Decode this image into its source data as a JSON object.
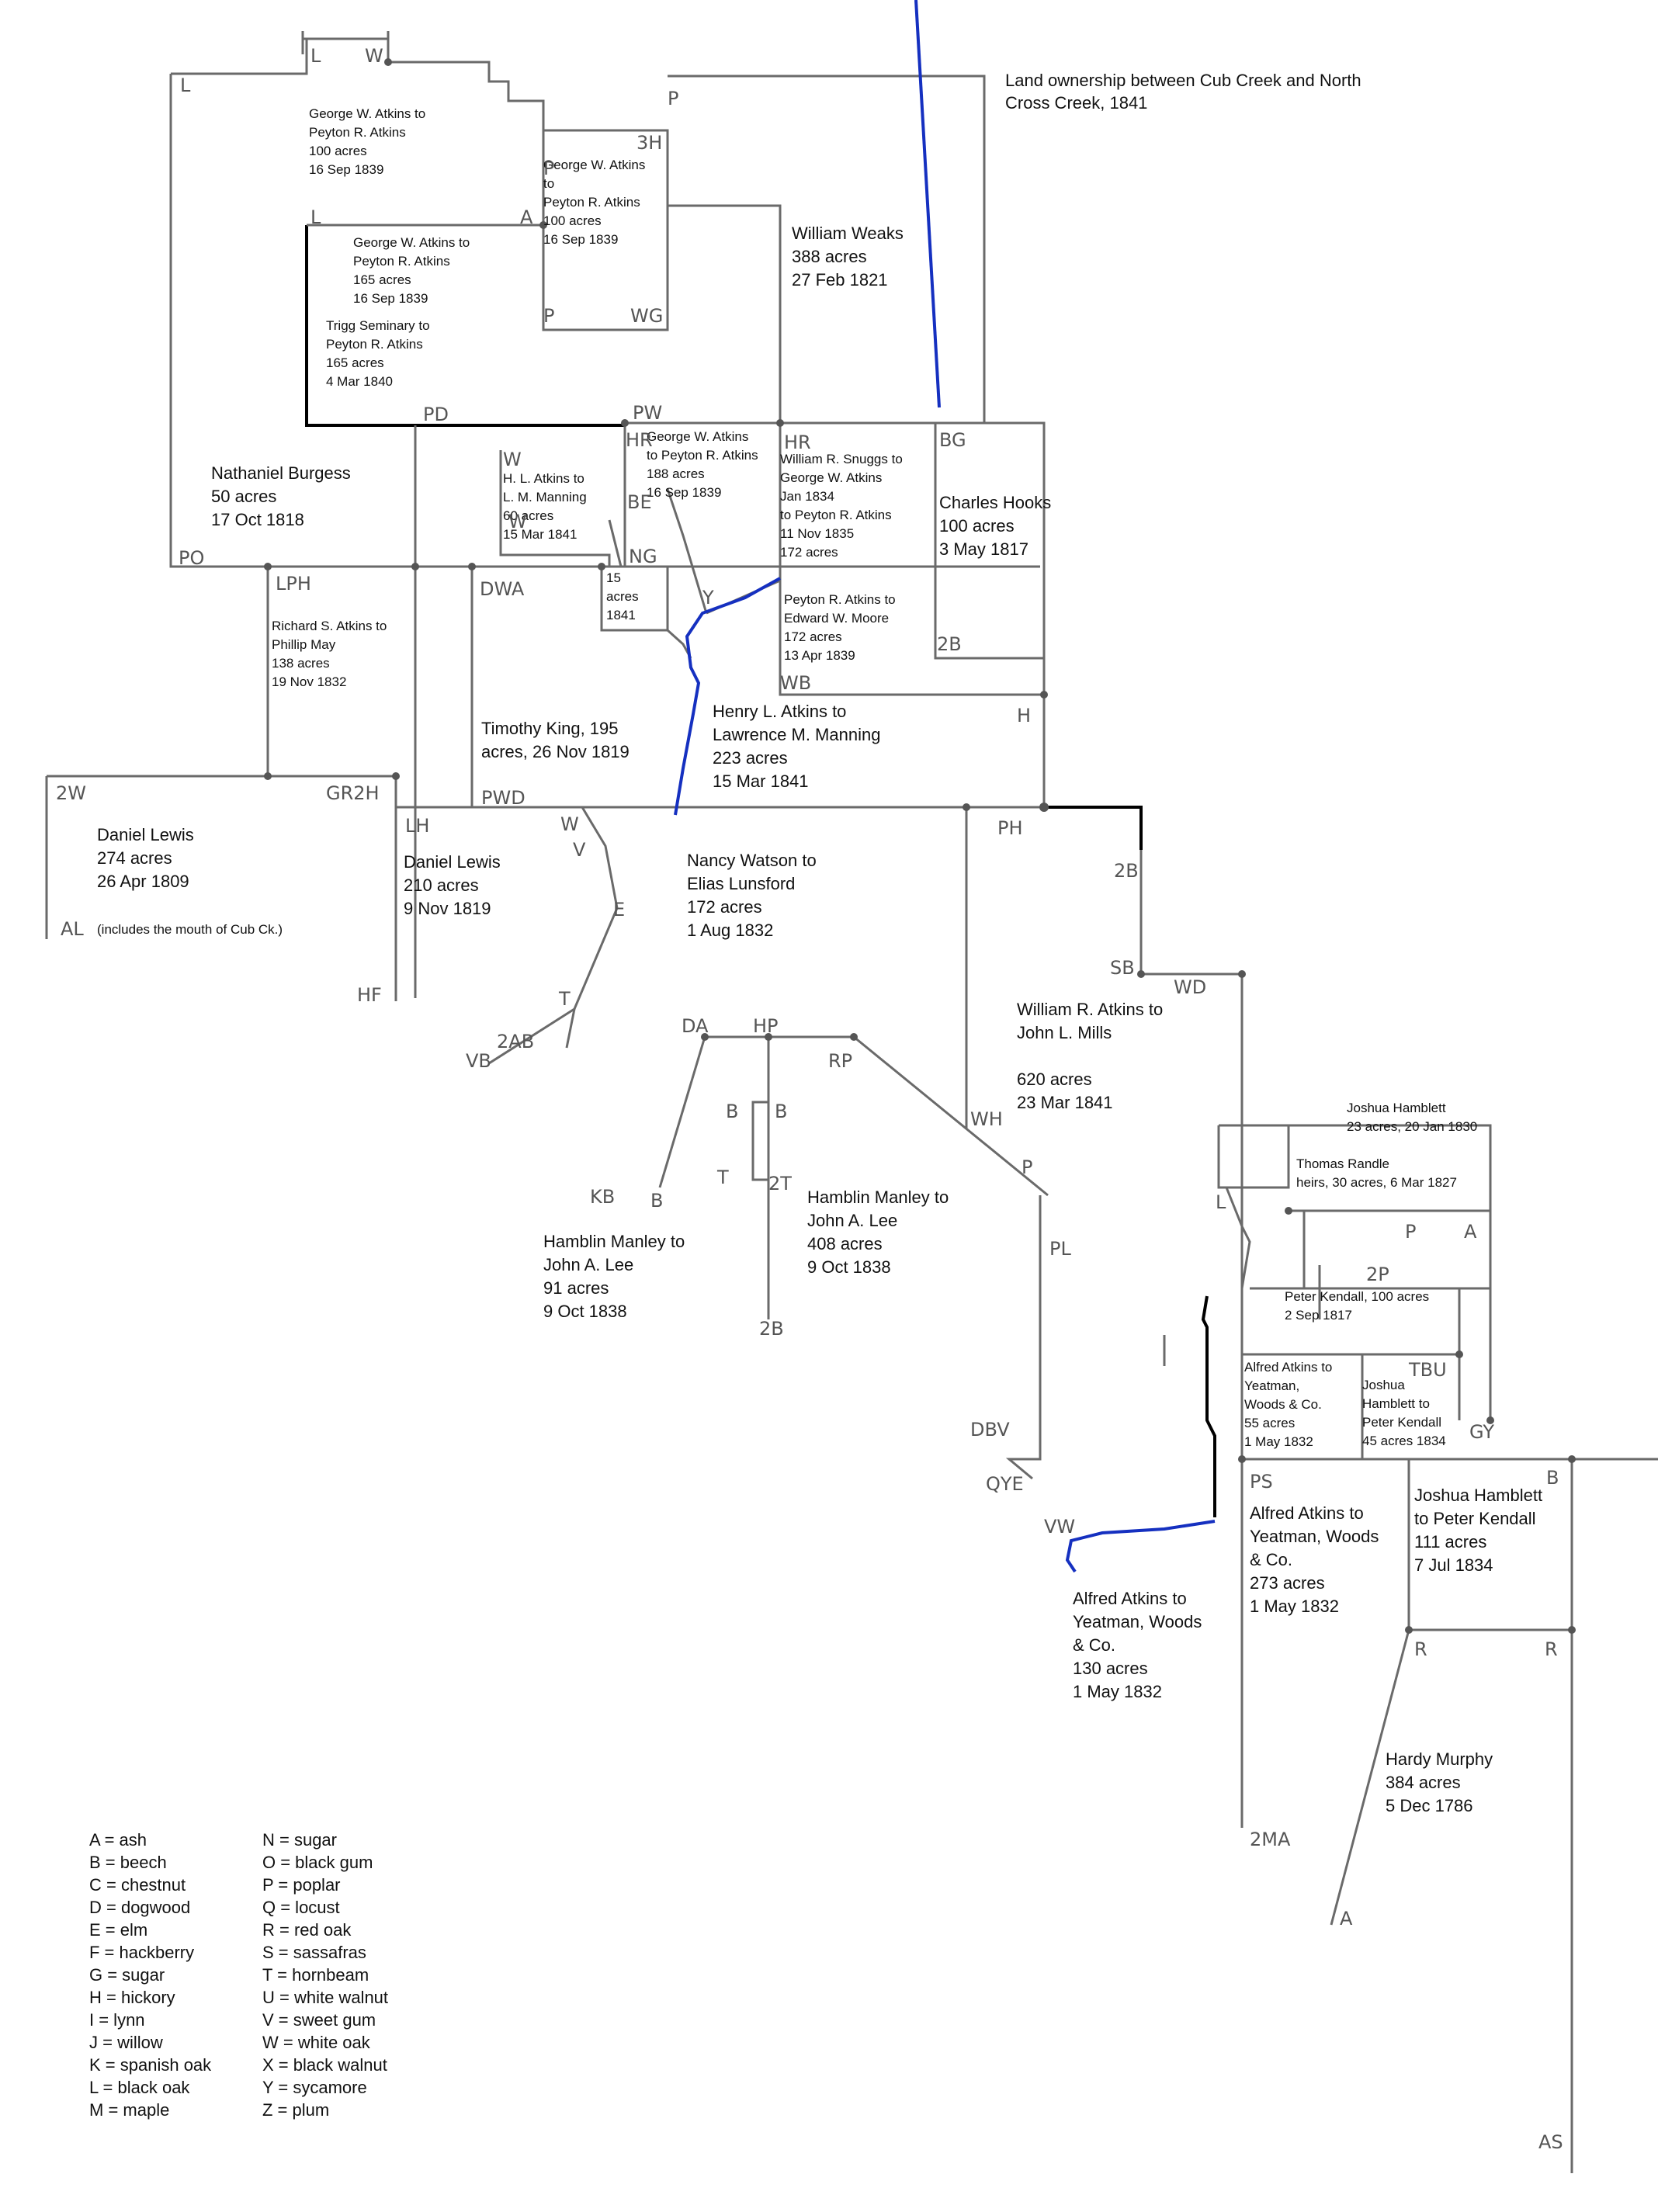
{
  "title": "Land ownership between Cub Creek and North Cross Creek, 1841",
  "tracts": [
    {
      "id": "t1",
      "lines": [
        "George W. Atkins to",
        "Peyton R. Atkins",
        "100 acres",
        "16 Sep 1839"
      ]
    },
    {
      "id": "t2",
      "lines": [
        "George W. Atkins",
        "to",
        "Peyton R. Atkins",
        "100 acres",
        "16 Sep 1839"
      ]
    },
    {
      "id": "t3",
      "lines": [
        "George W. Atkins to",
        "Peyton R. Atkins",
        "165 acres",
        "16 Sep 1839"
      ]
    },
    {
      "id": "t4",
      "lines": [
        "Trigg Seminary to",
        "Peyton R. Atkins",
        "165 acres",
        "4 Mar 1840"
      ]
    },
    {
      "id": "t5",
      "lines": [
        "William Weaks",
        "388 acres",
        "27 Feb 1821"
      ]
    },
    {
      "id": "t6",
      "lines": [
        "Nathaniel Burgess",
        "50 acres",
        "17 Oct 1818"
      ]
    },
    {
      "id": "t7",
      "lines": [
        "H. L. Atkins to",
        "L. M. Manning",
        "60 acres",
        "15 Mar 1841"
      ]
    },
    {
      "id": "t8",
      "lines": [
        "George W. Atkins",
        "to Peyton R. Atkins",
        "188 acres",
        "16 Sep 1839"
      ]
    },
    {
      "id": "t9",
      "lines": [
        "William R. Snuggs to",
        "George W. Atkins",
        "Jan 1834",
        "to Peyton R. Atkins",
        "11 Nov 1835",
        "172 acres"
      ]
    },
    {
      "id": "t10",
      "lines": [
        "Charles Hooks",
        "100 acres",
        "3 May 1817"
      ]
    },
    {
      "id": "t11",
      "lines": [
        "15",
        "acres",
        "1841"
      ]
    },
    {
      "id": "t12",
      "lines": [
        "Peyton R. Atkins to",
        "Edward W. Moore",
        "172 acres",
        "13 Apr 1839"
      ]
    },
    {
      "id": "t13",
      "lines": [
        "Richard S. Atkins to",
        "Phillip May",
        "138 acres",
        "19 Nov 1832"
      ]
    },
    {
      "id": "t14",
      "lines": [
        "Timothy King, 195",
        "acres, 26 Nov 1819"
      ]
    },
    {
      "id": "t15",
      "lines": [
        "Henry L. Atkins to",
        "Lawrence M. Manning",
        "223 acres",
        "15 Mar 1841"
      ]
    },
    {
      "id": "t16",
      "lines": [
        "Daniel Lewis",
        "274 acres",
        "26 Apr 1809"
      ]
    },
    {
      "id": "t17",
      "lines": [
        "(includes the mouth of Cub Ck.)"
      ]
    },
    {
      "id": "t18",
      "lines": [
        "Daniel Lewis",
        "210 acres",
        "9 Nov 1819"
      ]
    },
    {
      "id": "t19",
      "lines": [
        "Nancy Watson to",
        "Elias Lunsford",
        "172 acres",
        "1 Aug 1832"
      ]
    },
    {
      "id": "t20",
      "lines": [
        "William R. Atkins to",
        "John L. Mills",
        "",
        "620 acres",
        "23 Mar 1841"
      ]
    },
    {
      "id": "t21",
      "lines": [
        "Joshua Hamblett",
        "23 acres, 20 Jan 1830"
      ]
    },
    {
      "id": "t22",
      "lines": [
        "Thomas Randle",
        "heirs, 30 acres, 6 Mar 1827"
      ]
    },
    {
      "id": "t23",
      "lines": [
        "Hamblin Manley to",
        "John A. Lee",
        "408 acres",
        "9 Oct 1838"
      ]
    },
    {
      "id": "t24",
      "lines": [
        "Hamblin Manley to",
        "John A. Lee",
        "91 acres",
        "9 Oct 1838"
      ]
    },
    {
      "id": "t25",
      "lines": [
        "Peter Kendall, 100 acres",
        "2 Sep 1817"
      ]
    },
    {
      "id": "t26",
      "lines": [
        "Alfred Atkins to",
        "Yeatman,",
        "Woods & Co.",
        "55 acres",
        "1 May 1832"
      ]
    },
    {
      "id": "t27",
      "lines": [
        "Joshua",
        "Hamblett to",
        "Peter Kendall",
        "45 acres 1834"
      ]
    },
    {
      "id": "t28",
      "lines": [
        "Alfred Atkins to",
        "Yeatman, Woods",
        "& Co.",
        "273 acres",
        "1 May 1832"
      ]
    },
    {
      "id": "t29",
      "lines": [
        "Joshua Hamblett",
        "to Peter Kendall",
        "111 acres",
        "7 Jul 1834"
      ]
    },
    {
      "id": "t30",
      "lines": [
        "Alfred Atkins to",
        "Yeatman, Woods",
        "& Co.",
        "130 acres",
        "1 May 1832"
      ]
    },
    {
      "id": "t31",
      "lines": [
        "Hardy Murphy",
        "384 acres",
        "5 Dec 1786"
      ]
    }
  ],
  "tree_labels": [
    "L",
    "W",
    "P",
    "3H",
    "L",
    "A",
    "P",
    "WG",
    "P",
    "L",
    "PD",
    "PW",
    "HR",
    "W",
    "W",
    "BE",
    "NG",
    "Y",
    "HR",
    "BG",
    "PO",
    "LPH",
    "DWA",
    "2B",
    "WB",
    "H",
    "2W",
    "GR2H",
    "LH",
    "PWD",
    "W",
    "V",
    "PH",
    "2B",
    "SB",
    "WD",
    "AL",
    "E",
    "HF",
    "T",
    "2AB",
    "VB",
    "DA",
    "HP",
    "RP",
    "B",
    "B",
    "WH",
    "KB",
    "B",
    "T",
    "2T",
    "P",
    "PL",
    "2B",
    "L",
    "P",
    "A",
    "2P",
    "TBU",
    "GY",
    "DBV",
    "QYE",
    "VW",
    "PS",
    "B",
    "R",
    "R",
    "2MA",
    "A",
    "AS"
  ],
  "legend": {
    "col1": [
      "A = ash",
      "B = beech",
      "C = chestnut",
      "D = dogwood",
      "E = elm",
      "F = hackberry",
      "G = sugar",
      "H = hickory",
      "I = lynn",
      "J = willow",
      "K = spanish oak",
      "L = black oak",
      "M = maple"
    ],
    "col2": [
      "N = sugar",
      "O = black gum",
      "P = poplar",
      "Q = locust",
      "R = red oak",
      "S = sassafras",
      "T = hornbeam",
      "U = white walnut",
      "V = sweet gum",
      "W = white oak",
      "X = black walnut",
      "Y = sycamore",
      "Z = plum"
    ]
  }
}
